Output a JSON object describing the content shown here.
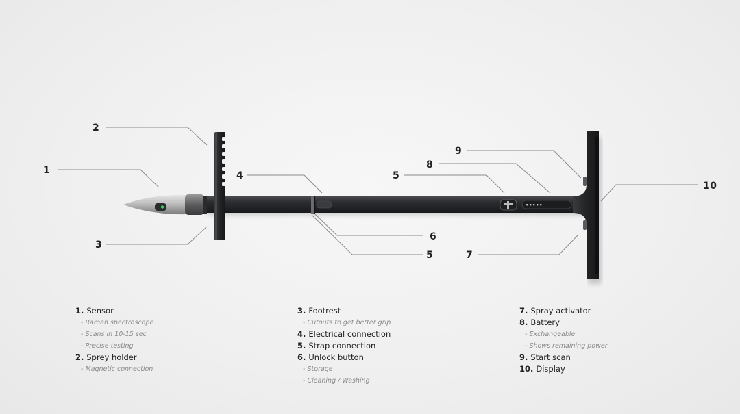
{
  "callouts": {
    "c1": "1",
    "c2": "2",
    "c3": "3",
    "c4": "4",
    "c5a": "5",
    "c5b": "5",
    "c6": "6",
    "c7": "7",
    "c8": "8",
    "c9": "9",
    "c10": "10"
  },
  "legend": {
    "col1": {
      "i1_num": "1.",
      "i1_label": "Sensor",
      "i1_sub1": "- Raman spectroscope",
      "i1_sub2": "- Scans in 10-15 sec",
      "i1_sub3": "-  Precise testing",
      "i2_num": "2.",
      "i2_label": "Sprey holder",
      "i2_sub1": "- Magnetic connection"
    },
    "col2": {
      "i3_num": "3.",
      "i3_label": "Footrest",
      "i3_sub1": "- Cutouts to get better grip",
      "i4_num": "4.",
      "i4_label": "Electrical connection",
      "i5_num": "5.",
      "i5_label": "Strap connection",
      "i6_num": "6.",
      "i6_label": "Unlock button",
      "i6_sub1": "- Storage",
      "i6_sub2": "- Cleaning / Washing"
    },
    "col3": {
      "i7_num": "7.",
      "i7_label": "Spray activator",
      "i8_num": "8.",
      "i8_label": "Battery",
      "i8_sub1": "- Exchangeable",
      "i8_sub2": "- Shows remaining power",
      "i9_num": "9.",
      "i9_label": "Start scan",
      "i10_num": "10.",
      "i10_label": "Display"
    }
  },
  "colors": {
    "body": "#2a2b2d",
    "tip": "#bcbcbc",
    "leader": "#8a8a8a",
    "text": "#222222",
    "subtext": "#8a8a8a",
    "indicator": "#3fd06a"
  }
}
